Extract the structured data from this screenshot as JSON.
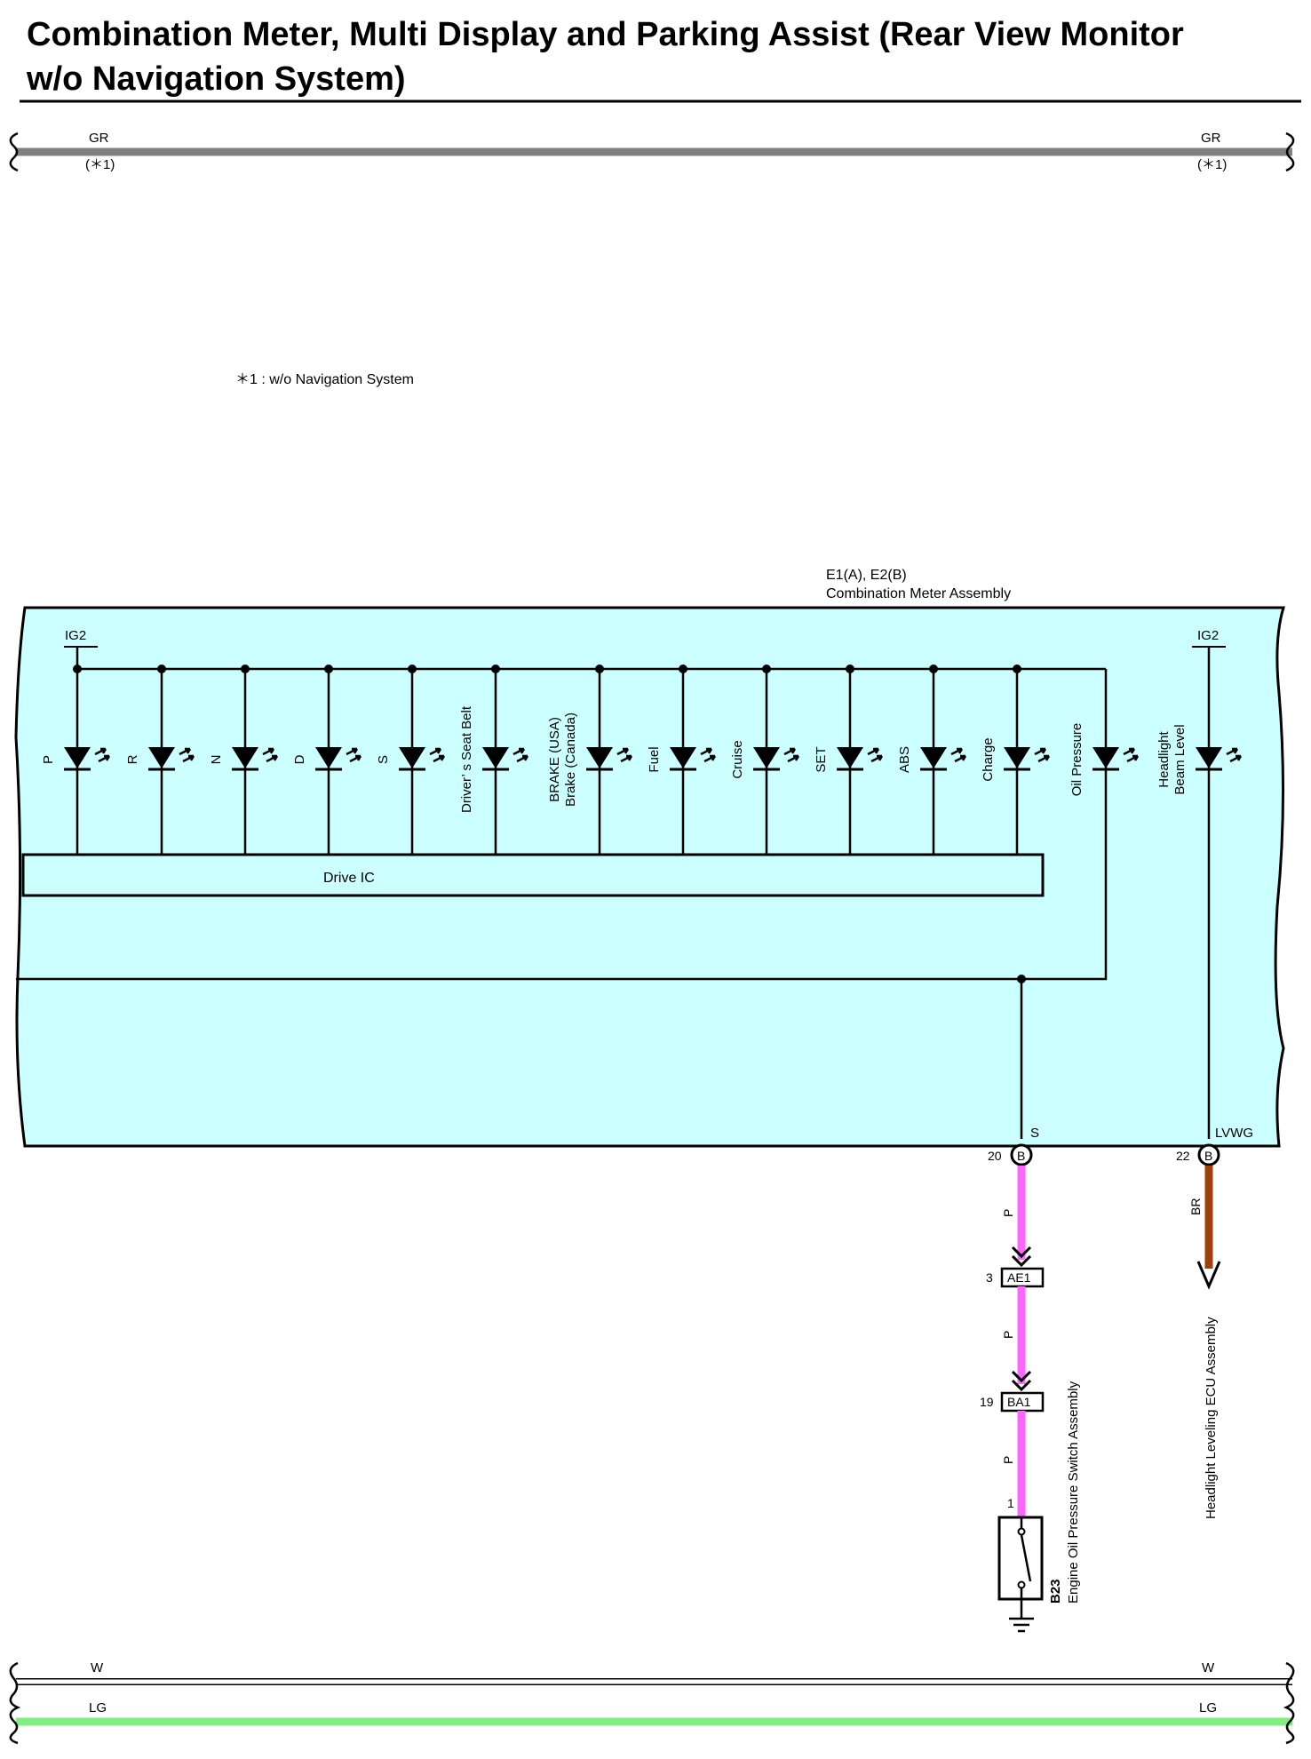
{
  "title": "Combination Meter, Multi Display and Parking Assist (Rear View Monitor\nw/o Navigation System)",
  "note": "＊1 : w/o Navigation System",
  "buses": {
    "top": {
      "color_label": "GR",
      "sub": "(＊1)",
      "color": "#808080"
    },
    "bottom_w": {
      "color_label": "W",
      "color": "#ffffff"
    },
    "bottom_lg": {
      "color_label": "LG",
      "color": "#80ee80"
    }
  },
  "meter": {
    "id": "E1(A), E2(B)",
    "name": "Combination Meter Assembly",
    "fill": "#ccffff",
    "ig_left": "IG2",
    "ig_right": "IG2",
    "drive_ic": "Drive IC",
    "term_s": "S",
    "term_lvwg": "LVWG",
    "indicators": [
      {
        "lines": [
          "P"
        ]
      },
      {
        "lines": [
          "R"
        ]
      },
      {
        "lines": [
          "N"
        ]
      },
      {
        "lines": [
          "D"
        ]
      },
      {
        "lines": [
          "S"
        ]
      },
      {
        "lines": [
          "Driver’ s Seat Belt"
        ]
      },
      {
        "lines": [
          "BRAKE (USA)",
          "Brake (Canada)"
        ]
      },
      {
        "lines": [
          "Fuel"
        ]
      },
      {
        "lines": [
          "Cruise"
        ]
      },
      {
        "lines": [
          "SET"
        ]
      },
      {
        "lines": [
          "ABS"
        ]
      },
      {
        "lines": [
          "Charge"
        ]
      },
      {
        "lines": [
          "Oil Pressure"
        ]
      },
      {
        "lines": [
          "Headlight",
          "Beam Level"
        ]
      }
    ]
  },
  "pins": {
    "s_pin": "20",
    "s_conn": "B",
    "lvwg_pin": "22",
    "lvwg_conn": "B"
  },
  "wires": {
    "p_color": "#ff66ff",
    "p_label": "P",
    "br_color": "#a0400a",
    "br_label": "BR"
  },
  "connectors": {
    "ae1": {
      "pin": "3",
      "name": "AE1"
    },
    "ba1": {
      "pin": "19",
      "name": "BA1"
    }
  },
  "oil_switch": {
    "pin": "1",
    "id": "B23",
    "name": "Engine Oil Pressure Switch Assembly"
  },
  "headlight_ecu": {
    "name": "Headlight Leveling ECU Assembly"
  }
}
